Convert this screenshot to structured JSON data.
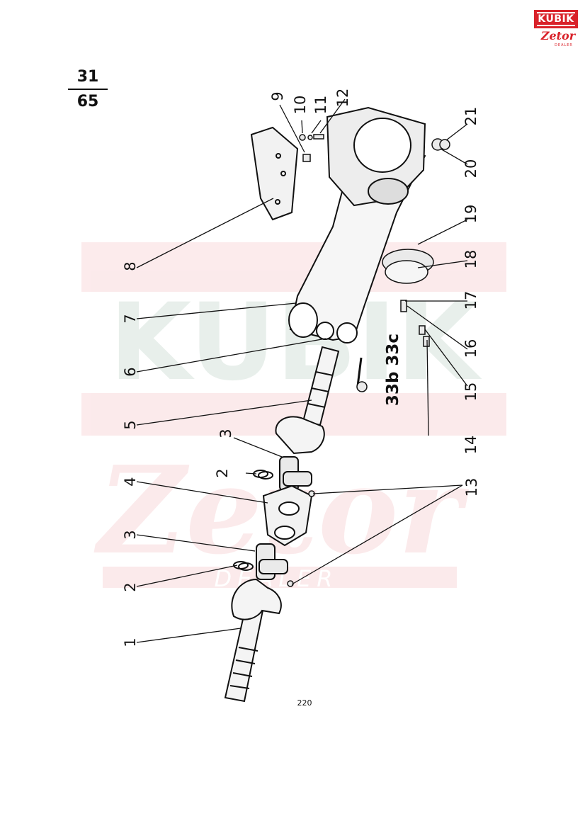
{
  "header": {
    "section_numerator": "31",
    "section_denominator": "65"
  },
  "logo": {
    "brand_top": "KUBIK",
    "brand_bottom": "Zetor",
    "tagline": "DEALER"
  },
  "watermark": {
    "brand": "KUBIK",
    "script": "Zetor",
    "tagline": "DEALER"
  },
  "callouts": [
    "1",
    "2",
    "2",
    "3",
    "3",
    "4",
    "5",
    "6",
    "7",
    "8",
    "9",
    "10",
    "11",
    "12",
    "13",
    "14",
    "15",
    "16",
    "17",
    "18",
    "19",
    "20",
    "21",
    "33b 33c"
  ],
  "footer": {
    "page_number": "220"
  }
}
